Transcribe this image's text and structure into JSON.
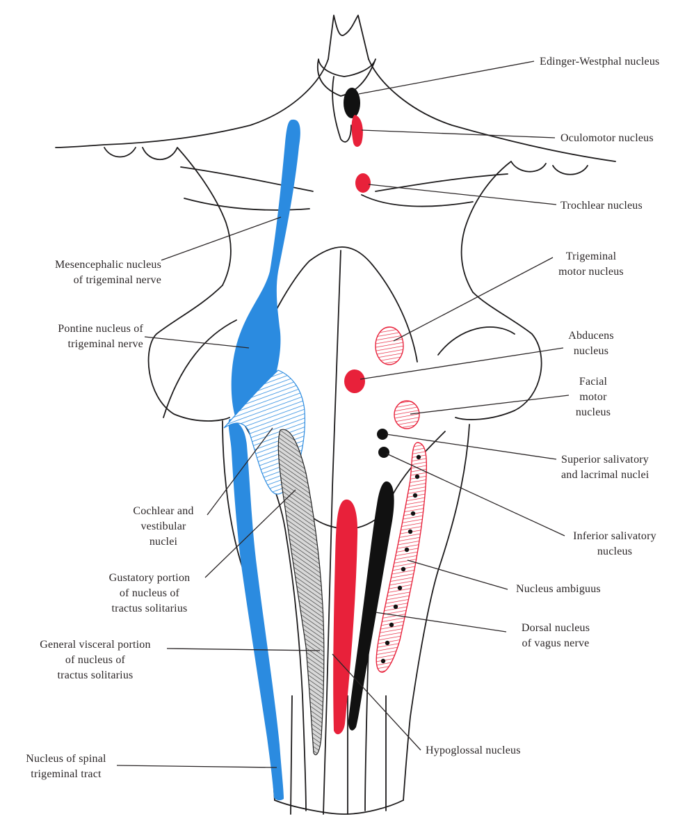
{
  "colors": {
    "outline": "#1c1a1b",
    "motor_red": "#e8213a",
    "sensory_blue": "#2b8be0",
    "autonomic_black": "#111111",
    "visceral_gray": "#6e6e6e",
    "leader": "#2a2526"
  },
  "labels": {
    "edinger_westphal": "Edinger-Westphal nucleus",
    "oculomotor": "Oculomotor nucleus",
    "trochlear": "Trochlear nucleus",
    "mesencephalic": "Mesencephalic nucleus\nof trigeminal nerve",
    "trigeminal_motor": "Trigeminal\nmotor nucleus",
    "pontine": "Pontine nucleus of\ntrigeminal nerve",
    "abducens": "Abducens\nnucleus",
    "facial_motor": "Facial\nmotor\nnucleus",
    "superior_salivatory": "Superior salivatory\nand lacrimal nuclei",
    "cochlear_vestibular": "Cochlear and\nvestibular\nnuclei",
    "inferior_salivatory": "Inferior salivatory\nnucleus",
    "gustatory": "Gustatory portion\nof nucleus of\ntractus solitarius",
    "nucleus_ambiguus": "Nucleus ambiguus",
    "dorsal_vagus": "Dorsal nucleus\nof vagus nerve",
    "general_visceral": "General visceral portion\nof nucleus of\ntractus solitarius",
    "hypoglossal": "Hypoglossal nucleus",
    "spinal_trigeminal": "Nucleus of spinal\ntrigeminal tract"
  }
}
